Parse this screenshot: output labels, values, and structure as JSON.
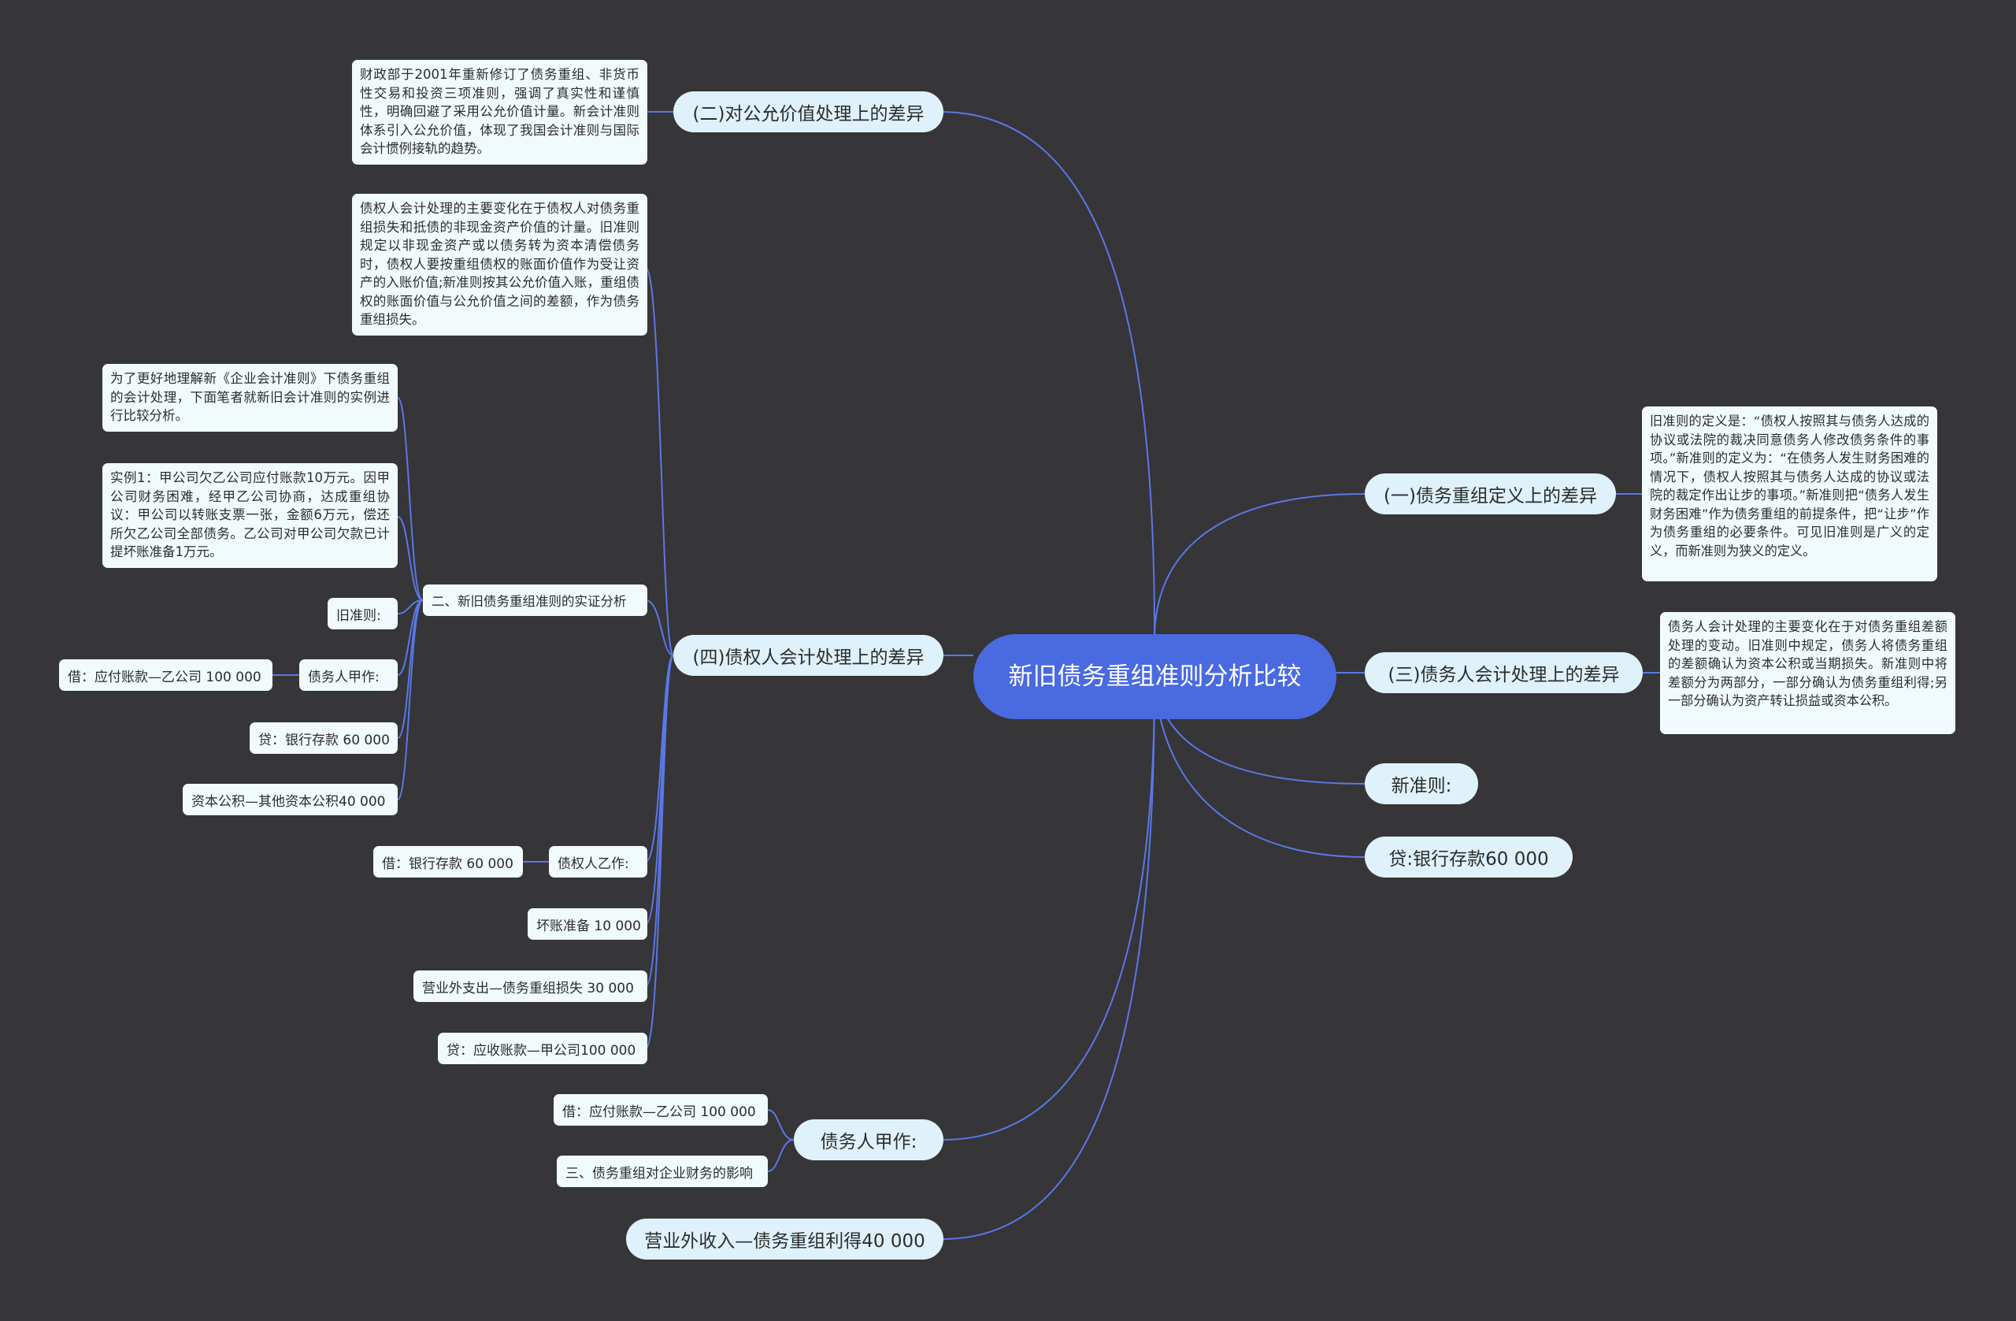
{
  "root": {
    "title": "新旧债务重组准则分析比较"
  },
  "branches": {
    "b2": "(二)对公允价值处理上的差异",
    "b4": "(四)债权人会计处理上的差异",
    "debtor_a": "债务人甲作:",
    "gain": "营业外收入—债务重组利得40 000",
    "b1": "(一)债务重组定义上的差异",
    "b3": "(三)债务人会计处理上的差异",
    "new_rule": "新准则:",
    "credit_bank": "贷:银行存款60 000"
  },
  "texts": {
    "b2_note": "财政部于2001年重新修订了债务重组、非货币性交易和投资三项准则，强调了真实性和谨慎性，明确回避了采用公允价值计量。新会计准则体系引入公允价值，体现了我国会计准则与国际会计惯例接轨的趋势。",
    "b4_note": "债权人会计处理的主要变化在于债权人对债务重组损失和抵债的非现金资产价值的计量。旧准则规定以非现金资产或以债务转为资本清偿债务时，债权人要按重组债权的账面价值作为受让资产的入账价值;新准则按其公允价值入账，重组债权的账面价值与公允价值之间的差额，作为债务重组损失。",
    "s2_title": "二、新旧债务重组准则的实证分析",
    "s2_intro": "为了更好地理解新《企业会计准则》下债务重组的会计处理，下面笔者就新旧会计准则的实例进行比较分析。",
    "s2_case": "实例1：甲公司欠乙公司应付账款10万元。因甲公司财务困难，经甲乙公司协商，达成重组协议：甲公司以转账支票一张，金额6万元，偿还所欠乙公司全部债务。乙公司对甲公司欠款已计提坏账准备1万元。",
    "old_rule": "旧准则:",
    "debtor_entry": "债务人甲作:",
    "debit_ap": "借：应付账款—乙公司 100 000",
    "credit_bank": "贷：银行存款 60 000",
    "capital_reserve": "资本公积—其他资本公积40 000",
    "creditor_entry": "债权人乙作:",
    "debit_bank": "借：银行存款 60 000",
    "bad_debt": "坏账准备 10 000",
    "loss": "营业外支出—债务重组损失 30 000",
    "credit_ar": "贷：应收账款—甲公司100 000",
    "debit_ap2": "借：应付账款—乙公司 100 000",
    "impact": "三、债务重组对企业财务的影响",
    "b1_note": "旧准则的定义是：“债权人按照其与债务人达成的协议或法院的裁决同意债务人修改债务条件的事项。”新准则的定义为：“在债务人发生财务困难的情况下，债权人按照其与债务人达成的协议或法院的裁定作出让步的事项。”新准则把“债务人发生财务困难”作为债务重组的前提条件，把“让步”作为债务重组的必要条件。可见旧准则是广义的定义，而新准则为狭义的定义。",
    "b3_note": "债务人会计处理的主要变化在于对债务重组差额处理的变动。旧准则中规定，债务人将债务重组的差额确认为资本公积或当期损失。新准则中将差额分为两部分，一部分确认为债务重组利得;另一部分确认为资产转让损益或资本公积。"
  },
  "colors": {
    "background": "#363538",
    "root": "#4a6ae0",
    "main": "#dff2fb",
    "leaf": "#f1fafd",
    "line": "#5a78e6"
  }
}
